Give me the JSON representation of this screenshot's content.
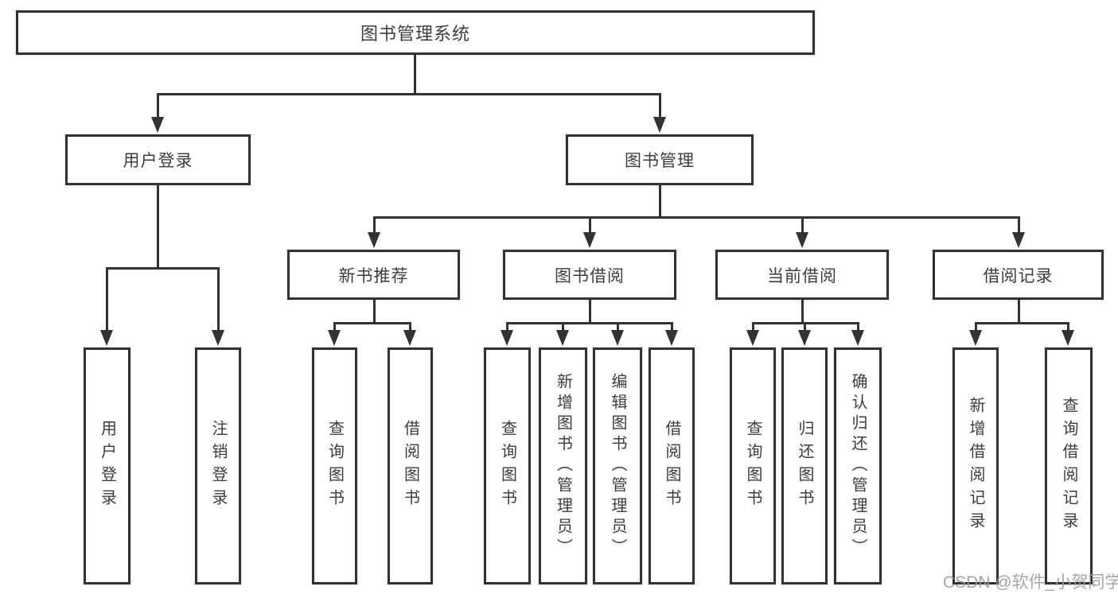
{
  "colors": {
    "background": "#ffffff",
    "line": "#333333",
    "text": "#3d3d3d",
    "watermark": "#9c9c9c"
  },
  "watermark": "CSDN @软件_小贺同学",
  "nodes": {
    "root": "图书管理系统",
    "user_login": "用户登录",
    "book_mgmt": "图书管理",
    "new_book_rec": "新书推荐",
    "book_borrow": "图书借阅",
    "current_borrow": "当前借阅",
    "borrow_records": "借阅记录",
    "ul_user_login": "用户登录",
    "ul_logout": "注销登录",
    "nb_query_book": "查询图书",
    "nb_borrow_book": "借阅图书",
    "bb_query_book": "查询图书",
    "bb_add_book": "新增图书（管理员）",
    "bb_edit_book": "编辑图书（管理员）",
    "bb_borrow_book": "借阅图书",
    "cb_query_book": "查询图书",
    "cb_return_book": "归还图书",
    "cb_confirm_return": "确认归还（管理员）",
    "br_add_record": "新增借阅记录",
    "br_query_record": "查询借阅记录"
  }
}
